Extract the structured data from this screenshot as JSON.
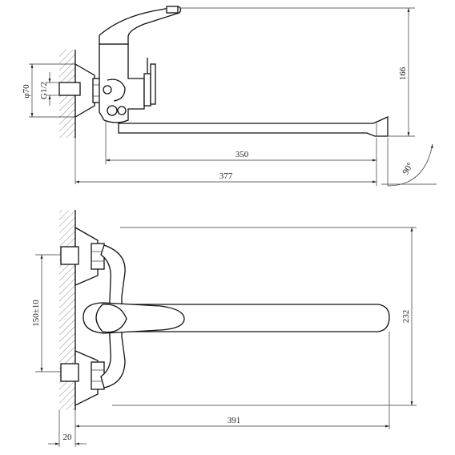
{
  "drawing": {
    "side_view": {
      "dim_diameter": "φ70",
      "dim_thread": "G1/2",
      "dim_height": "166",
      "dim_spout": "350",
      "dim_total": "377",
      "dim_angle": "90°"
    },
    "top_view": {
      "dim_centers": "150±10",
      "dim_width": "232",
      "dim_length": "391",
      "dim_wall": "20"
    }
  }
}
